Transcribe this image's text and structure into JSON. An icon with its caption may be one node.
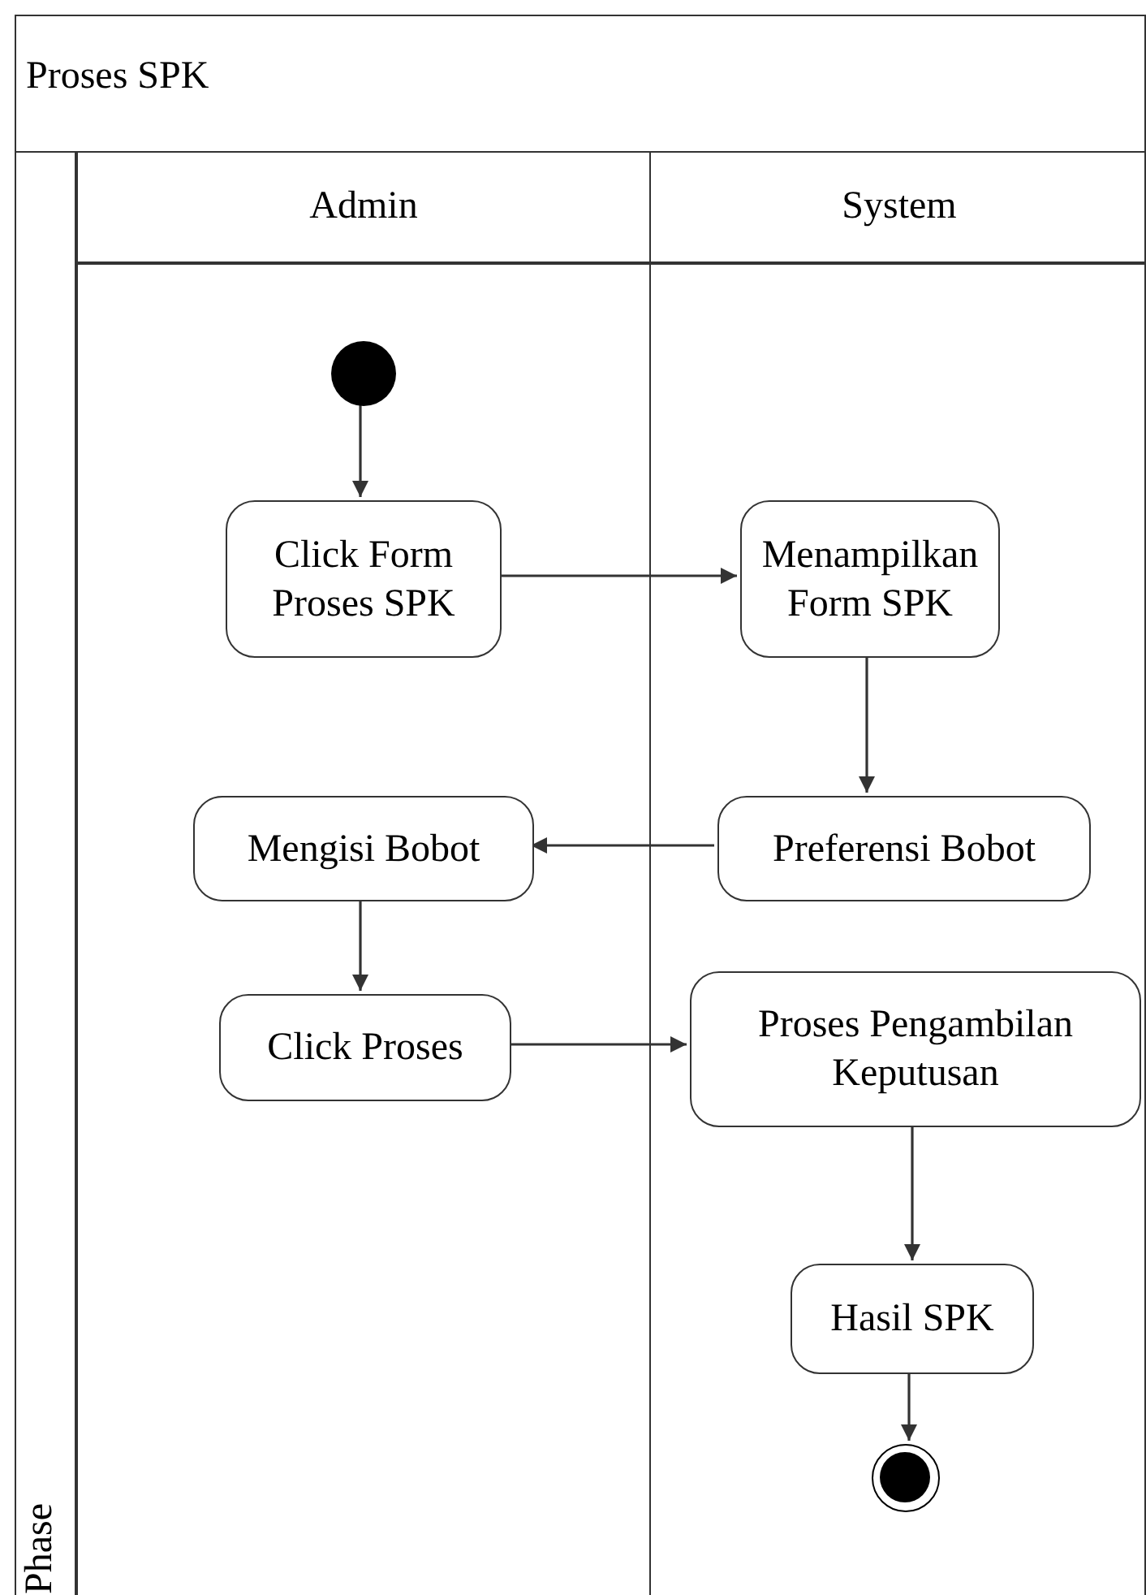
{
  "diagram": {
    "nodes": [
      {
        "text": [
          "Proses SPK"
        ]
      },
      {
        "text": [
          "Phase"
        ],
        "in": 0
      },
      {
        "text": [
          "Admin"
        ],
        "in": 1
      },
      {
        "text": [
          "System"
        ],
        "in": 1
      },
      {
        "text": [],
        "shape": "circle",
        "in": 2
      },
      {
        "text": [
          "Click Form Proses SPK"
        ],
        "in": 2
      },
      {
        "text": [
          "Menampilkan Form SPK"
        ],
        "in": 3
      },
      {
        "text": [
          "Preferensi Bobot"
        ],
        "in": 3
      },
      {
        "text": [
          "Mengisi Bobot"
        ],
        "in": 2
      },
      {
        "text": [
          "Click Proses"
        ],
        "in": 2
      },
      {
        "text": [
          "Proses Pengambilan Keputusan"
        ],
        "in": 3
      },
      {
        "text": [
          "Hasil SPK"
        ],
        "in": 3
      },
      {
        "text": [],
        "shape": "bullseye",
        "in": 3
      }
    ],
    "edges": [
      {
        "from": 4,
        "to": 5,
        "arrow": "to"
      },
      {
        "from": 5,
        "to": 6,
        "arrow": "to"
      },
      {
        "from": 6,
        "to": 7,
        "arrow": "to"
      },
      {
        "from": 7,
        "to": 8,
        "arrow": "to"
      },
      {
        "from": 8,
        "to": 9,
        "arrow": "to"
      },
      {
        "from": 9,
        "to": 10,
        "arrow": "to"
      },
      {
        "from": 10,
        "to": 11,
        "arrow": "to"
      },
      {
        "from": 11,
        "to": 12,
        "arrow": "to"
      }
    ]
  }
}
